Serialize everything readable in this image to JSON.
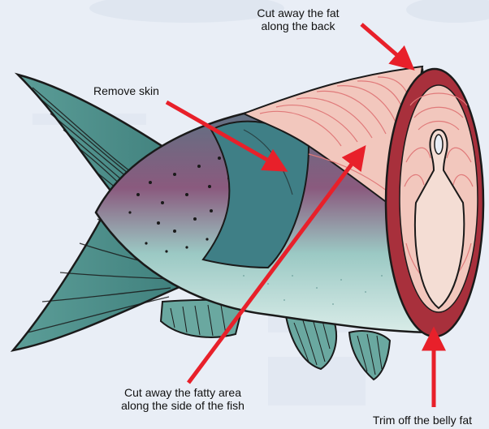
{
  "labels": {
    "cut_fat_back": [
      "Cut away the fat",
      "along the back"
    ],
    "remove_skin": "Remove skin",
    "cut_fatty_side": [
      "Cut away the fatty area",
      "along the side of the fish"
    ],
    "trim_belly": "Trim off the belly fat"
  },
  "colors": {
    "arrow": "#e8202a",
    "outline": "#1a1a1a",
    "flesh": "#f2c7bd",
    "flesh_lines": "#e07a7a",
    "belly_fat": "#a8303c",
    "body_teal": "#4f9f9c",
    "back_purple": "#7a4a6a",
    "fin_teal": "#6aa8a0",
    "background": "#e9eef6"
  }
}
